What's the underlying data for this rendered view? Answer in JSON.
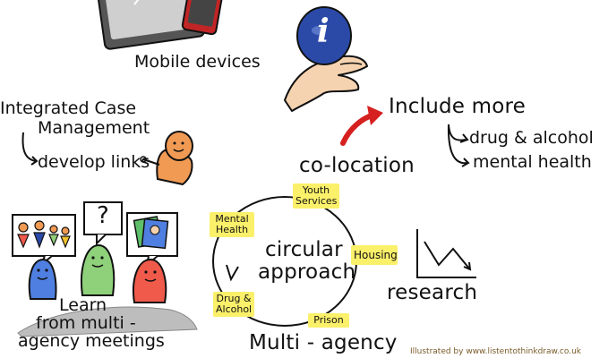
{
  "labels": {
    "mobile_devices": "Mobile devices",
    "integrated_case_line1": "Integrated Case",
    "integrated_case_line2": "Management",
    "develop_links": "develop links",
    "include_more": "Include more",
    "drug_alcohol": "drug & alcohol",
    "mental_health": "mental health",
    "co_location": "co-location",
    "circular_line1": "circular",
    "circular_line2": "approach",
    "research": "research",
    "learn_line1": "Learn",
    "learn_line2": "from multi -",
    "learn_line3": "agency meetings",
    "multi_agency": "Multi - agency",
    "question_mark": "?",
    "info_glyph": "i",
    "credit": "Illustrated by www.listentothinkdraw.co.uk"
  },
  "notes": {
    "youth_line1": "Youth",
    "youth_line2": "Services",
    "mental_line1": "Mental",
    "mental_line2": "Health",
    "housing": "Housing",
    "drug_line1": "Drug &",
    "drug_line2": "Alcohol",
    "prison": "Prison"
  },
  "colors": {
    "note_yellow": "#fbf06a",
    "info_blue": "#2b4aa8",
    "arrow_red": "#d62020",
    "face_orange": "#f09a54",
    "person_blue": "#4f7fe0",
    "person_green": "#8fd07a",
    "person_red": "#ef5a4a",
    "skin": "#f6d3b0"
  }
}
